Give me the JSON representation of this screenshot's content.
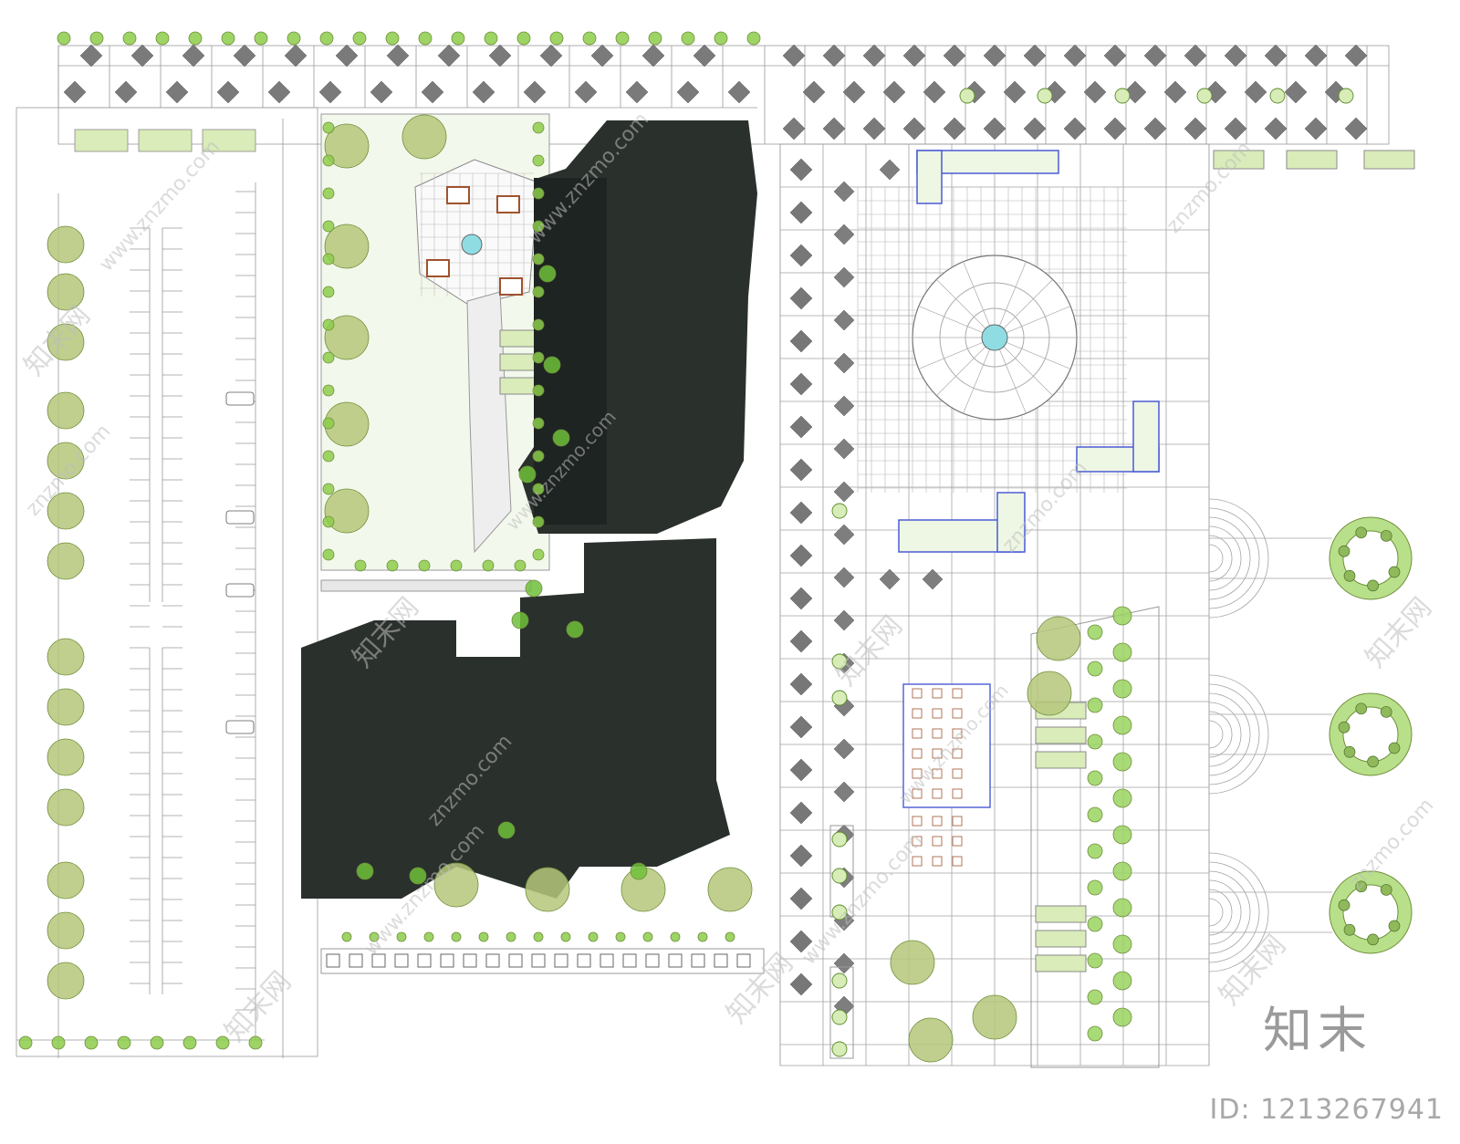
{
  "drawing": {
    "background": "#ffffff",
    "line_color": "#9a9a9a",
    "building_color": "#2a302c",
    "tree_color": "#8ccc4a",
    "shrub_color": "#b5c77a",
    "water_color": "#8fdde3",
    "bench_color": "#a0522d",
    "planter_border": "#4a5bd4"
  },
  "watermark": {
    "brand": "知末",
    "id_text": "ID: 1213267941",
    "site_text": "www.znzmo.com",
    "site_short": "znzmo.com",
    "cn_text": "知末网"
  }
}
